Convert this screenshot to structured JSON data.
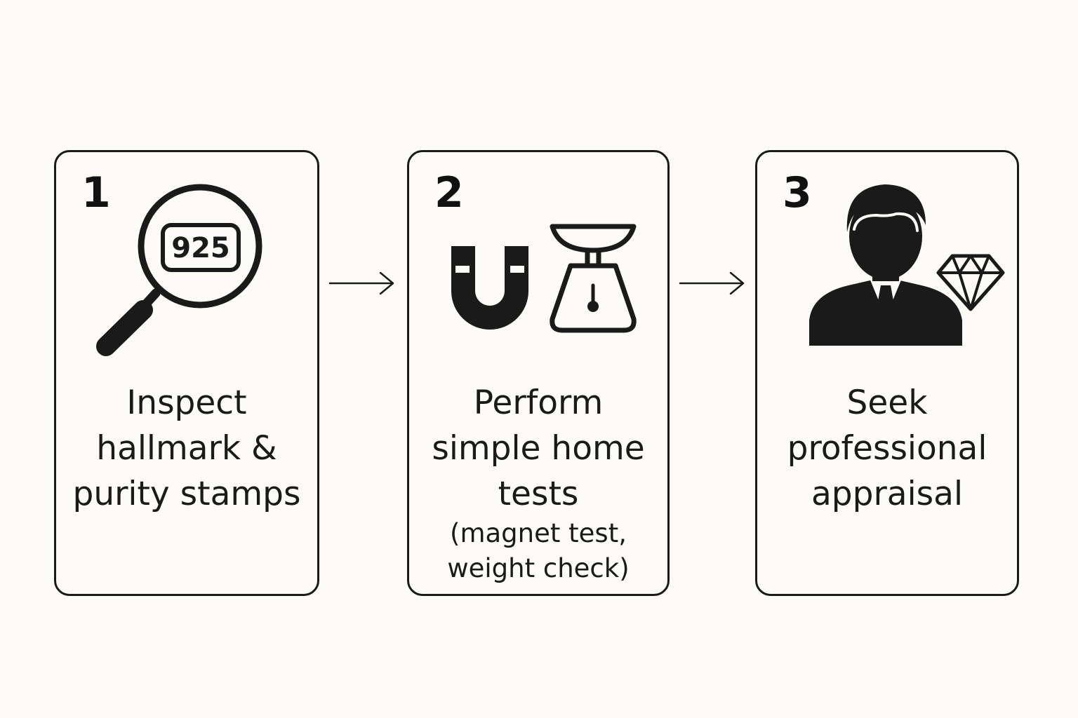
{
  "steps": [
    {
      "number": "1",
      "label_lines": [
        "Inspect",
        "hallmark &",
        "purity stamps"
      ],
      "icon": "magnifying-glass-icon",
      "hallmark_text": "925"
    },
    {
      "number": "2",
      "label_lines": [
        "Perform",
        "simple home",
        "tests"
      ],
      "sublabel_lines": [
        "(magnet test,",
        "weight check)"
      ],
      "icons": [
        "magnet-icon",
        "scale-icon"
      ]
    },
    {
      "number": "3",
      "label_lines": [
        "Seek",
        "professional",
        "appraisal"
      ],
      "icons": [
        "appraiser-person-icon",
        "diamond-icon"
      ]
    }
  ],
  "colors": {
    "background": "#fcfbf7",
    "ink": "#1a1a1a"
  }
}
